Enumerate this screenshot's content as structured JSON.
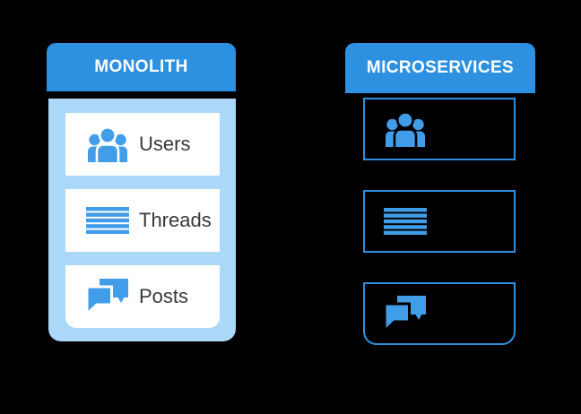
{
  "colors": {
    "canvas_bg": "#000000",
    "accent": "#2E90E0",
    "accent_light": "#ABD7F8",
    "icon_blue": "#429DE9",
    "card_bg": "#FFFFFF",
    "text_dark": "#35383C",
    "header_text": "#FFFFFF"
  },
  "monolith": {
    "title": "MONOLITH",
    "modules": [
      {
        "label": "Users",
        "icon": "users-icon"
      },
      {
        "label": "Threads",
        "icon": "threads-icon"
      },
      {
        "label": "Posts",
        "icon": "posts-icon"
      }
    ]
  },
  "microservices": {
    "title": "MICROSERVICES",
    "services": [
      {
        "icon": "users-icon"
      },
      {
        "icon": "threads-icon"
      },
      {
        "icon": "posts-icon"
      }
    ]
  }
}
